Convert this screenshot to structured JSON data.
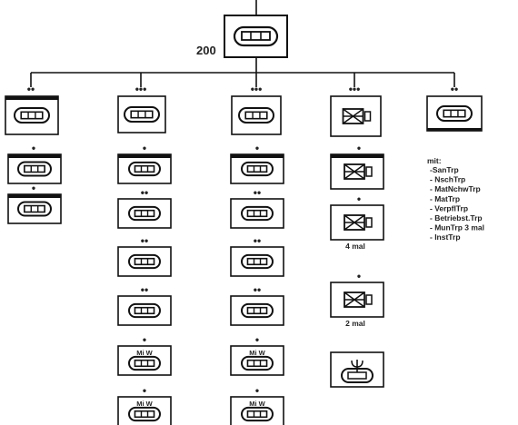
{
  "top_unit": {
    "strength": "200",
    "symbol": "motorized-transport-symbol"
  },
  "columns": [
    {
      "id": "col1",
      "echelon": "••",
      "symbol": "motorized-transport-symbol"
    },
    {
      "id": "col2",
      "echelon": "•••",
      "symbol": "motorized-transport-symbol"
    },
    {
      "id": "col3",
      "echelon": "•••",
      "symbol": "motorized-transport-symbol"
    },
    {
      "id": "col4",
      "echelon": "•••",
      "symbol": "supply-symbol"
    },
    {
      "id": "col5",
      "echelon": "••",
      "symbol": "motorized-transport-symbol"
    }
  ],
  "col1_sub": [
    {
      "echelon": "•"
    },
    {
      "echelon": "•"
    }
  ],
  "col2_sub": [
    {
      "echelon": "•",
      "label": ""
    },
    {
      "echelon": "••",
      "label": ""
    },
    {
      "echelon": "••",
      "label": ""
    },
    {
      "echelon": "••",
      "label": ""
    },
    {
      "echelon": "•",
      "label": "Mi W"
    },
    {
      "echelon": "•",
      "label": "Mi W"
    }
  ],
  "col3_sub": [
    {
      "echelon": "•",
      "label": ""
    },
    {
      "echelon": "••",
      "label": ""
    },
    {
      "echelon": "••",
      "label": ""
    },
    {
      "echelon": "••",
      "label": ""
    },
    {
      "echelon": "•",
      "label": "Mi W"
    },
    {
      "echelon": "•",
      "label": "Mi W"
    }
  ],
  "col4_sub": [
    {
      "echelon": "•",
      "caption": ""
    },
    {
      "echelon": "•",
      "caption": "4 mal"
    },
    {
      "echelon": "•",
      "caption": "2 mal"
    },
    {
      "echelon": "",
      "caption": ""
    }
  ],
  "notes": {
    "heading": "mit:",
    "items": [
      "-SanTrp",
      "- NschTrp",
      "- MatNchwTrp",
      "- MatTrp",
      "- VerpflTrp",
      "- Betriebst.Trp",
      "- MunTrp  3 mal",
      "- InstTrp"
    ]
  }
}
